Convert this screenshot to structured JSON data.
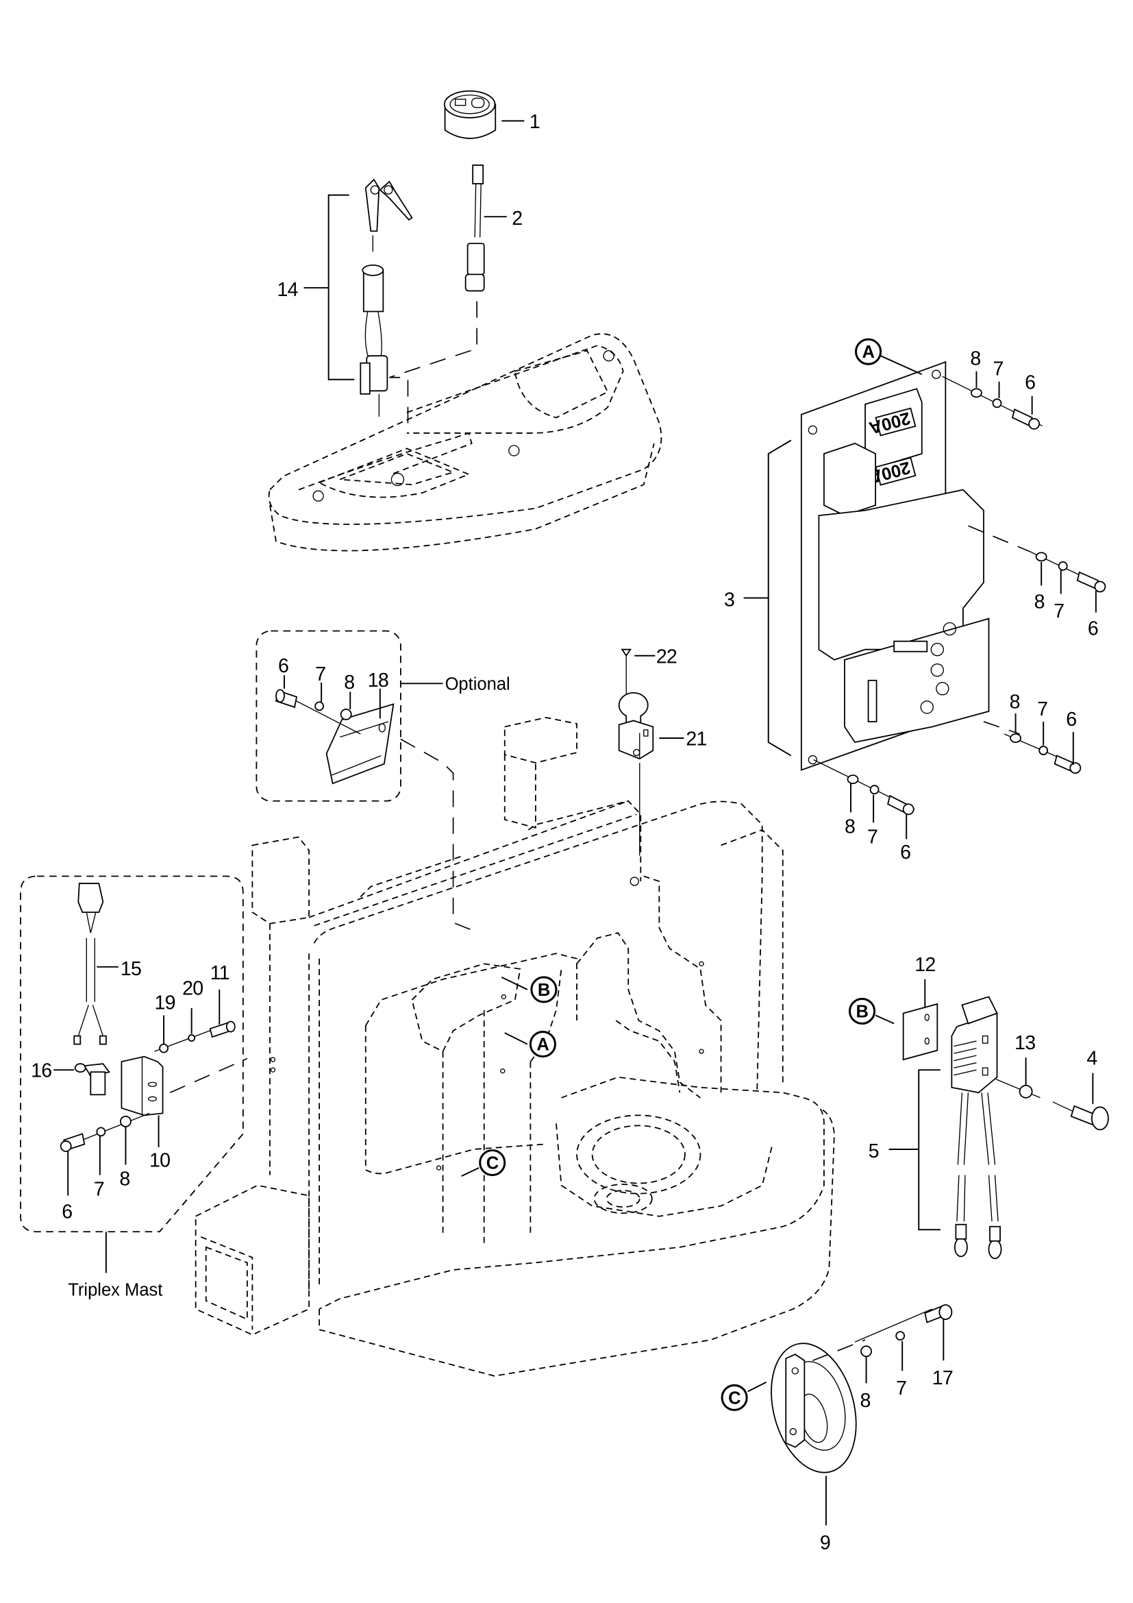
{
  "diagram": {
    "title": "Electrical parts exploded view",
    "callouts": {
      "c1": "1",
      "c2": "2",
      "c3": "3",
      "c4": "4",
      "c5": "5",
      "c9": "9",
      "c10": "10",
      "c11": "11",
      "c12": "12",
      "c13": "13",
      "c14": "14",
      "c15": "15",
      "c16": "16",
      "c17": "17",
      "c18": "18",
      "c19": "19",
      "c20": "20",
      "c21": "21",
      "c22": "22",
      "c6": "6",
      "c7": "7",
      "c8": "8"
    },
    "references": {
      "a": "A",
      "b": "B",
      "c": "C"
    },
    "notes": {
      "optional": "Optional",
      "triplex_mast": "Triplex Mast"
    },
    "contactor_rating": "200A"
  }
}
